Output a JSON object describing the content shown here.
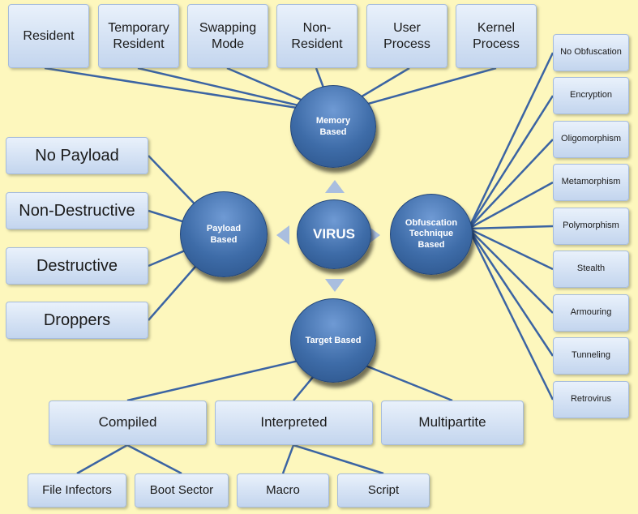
{
  "center": "VIRUS",
  "memory": {
    "label": "Memory\nBased",
    "items": [
      "Resident",
      "Temporary\nResident",
      "Swapping\nMode",
      "Non-\nResident",
      "User\nProcess",
      "Kernel\nProcess"
    ]
  },
  "payload": {
    "label": "Payload\nBased",
    "items": [
      "No Payload",
      "Non-Destructive",
      "Destructive",
      "Droppers"
    ]
  },
  "obfuscation": {
    "label": "Obfuscation\nTechnique\nBased",
    "items": [
      "No Obfuscation",
      "Encryption",
      "Oligomorphism",
      "Metamorphism",
      "Polymorphism",
      "Stealth",
      "Armouring",
      "Tunneling",
      "Retrovirus"
    ]
  },
  "target": {
    "label": "Target Based",
    "items": [
      "Compiled",
      "Interpreted",
      "Multipartite"
    ],
    "compiled_children": [
      "File Infectors",
      "Boot Sector"
    ],
    "interpreted_children": [
      "Macro",
      "Script"
    ]
  },
  "colors": {
    "background": "#fdf7bd",
    "line": "#3b64a3",
    "arrow": "#a9bedf"
  }
}
